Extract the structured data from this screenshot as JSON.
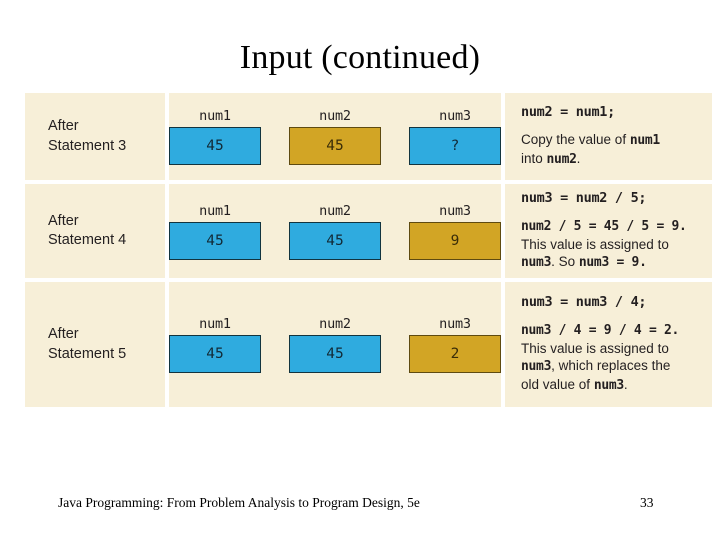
{
  "slide": {
    "title": "Input (continued)",
    "footer_text": "Java Programming: From Problem Analysis to Program Design, 5e",
    "page_number": "33"
  },
  "colors": {
    "panel_background": "#F7EFD8",
    "box_blue": "#2FABDF",
    "box_gold": "#D2A525",
    "box_border_blue": "#12343F",
    "box_border_gold": "#5E4A10",
    "text": "#231F20",
    "slide_background": "#FFFFFF"
  },
  "figure": {
    "rows": [
      {
        "label_line1": "After",
        "label_line2": "Statement 3",
        "boxes": [
          {
            "name": "num1",
            "value": "45",
            "color": "blue"
          },
          {
            "name": "num2",
            "value": "45",
            "color": "gold"
          },
          {
            "name": "num3",
            "value": "?",
            "color": "blue"
          }
        ],
        "code": "num2 = num1;",
        "explanation_lines": [
          {
            "parts": [
              {
                "t": "Copy the value of ",
                "mono": false
              },
              {
                "t": "num1",
                "mono": true
              }
            ]
          },
          {
            "parts": [
              {
                "t": "into ",
                "mono": false
              },
              {
                "t": "num2",
                "mono": true
              },
              {
                "t": ".",
                "mono": false
              }
            ]
          }
        ]
      },
      {
        "label_line1": "After",
        "label_line2": "Statement 4",
        "boxes": [
          {
            "name": "num1",
            "value": "45",
            "color": "blue"
          },
          {
            "name": "num2",
            "value": "45",
            "color": "blue"
          },
          {
            "name": "num3",
            "value": "9",
            "color": "gold"
          }
        ],
        "code": "num3 = num2 / 5;",
        "explanation_lines": [
          {
            "parts": [
              {
                "t": "num2 / 5 = 45 / 5 = 9.",
                "mono": true
              }
            ]
          },
          {
            "parts": [
              {
                "t": "This value is assigned to",
                "mono": false
              }
            ]
          },
          {
            "parts": [
              {
                "t": "num3",
                "mono": true
              },
              {
                "t": ". So ",
                "mono": false
              },
              {
                "t": "num3 = 9.",
                "mono": true
              }
            ]
          }
        ]
      },
      {
        "label_line1": "After",
        "label_line2": "Statement 5",
        "boxes": [
          {
            "name": "num1",
            "value": "45",
            "color": "blue"
          },
          {
            "name": "num2",
            "value": "45",
            "color": "blue"
          },
          {
            "name": "num3",
            "value": "2",
            "color": "gold"
          }
        ],
        "code": "num3 = num3 / 4;",
        "explanation_lines": [
          {
            "parts": [
              {
                "t": "num3 / 4 = 9 / 4 = 2.",
                "mono": true
              }
            ]
          },
          {
            "parts": [
              {
                "t": "This value is assigned to",
                "mono": false
              }
            ]
          },
          {
            "parts": [
              {
                "t": "num3",
                "mono": true
              },
              {
                "t": ", which replaces the",
                "mono": false
              }
            ]
          },
          {
            "parts": [
              {
                "t": "old value of ",
                "mono": false
              },
              {
                "t": "num3",
                "mono": true
              },
              {
                "t": ".",
                "mono": false
              }
            ]
          }
        ]
      }
    ]
  }
}
